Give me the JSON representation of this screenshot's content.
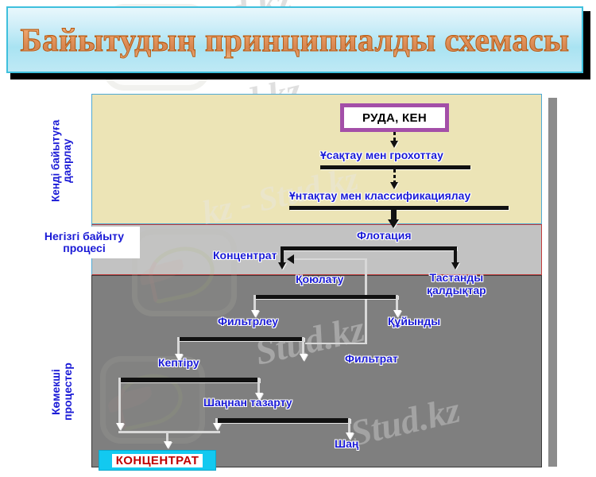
{
  "slide": {
    "title": "Байытудың принципиалды схемасы",
    "title_color": "#d2691e",
    "title_bg": "#a9e3f2",
    "title_border": "#3fc0dd"
  },
  "watermark": {
    "text_a": "Stud.kz",
    "text_b": "kz - Stud.kz",
    "text_c": "Stud.kz",
    "text_d": "Stud.kz",
    "text_e": "Stud.kz"
  },
  "diagram": {
    "bands": [
      {
        "id": "prep",
        "label": "Кенді байытуға\nдаярлау",
        "bg": "#ece4b6",
        "border": "#4ea9d6"
      },
      {
        "id": "main",
        "label": "Негізгі байыту\nпроцесі",
        "bg": "#c2c2c2",
        "border": "#c03a3a"
      },
      {
        "id": "aux",
        "label": "Көмекші\nпроцестер",
        "bg": "#7f7f7f",
        "border": "#3a3a3a"
      }
    ],
    "nodes": {
      "ore": "РУДА, КЕН",
      "crushing": "Ұсақтау мен грохоттау",
      "grinding": "Ұнтақтау мен классификациялау",
      "flotation": "Флотация",
      "concentrate": "Концентрат",
      "tailings": "Тастанды\nқалдықтар",
      "thickening": "Қоюлату",
      "filtration": "Фильтрлеу",
      "overflow": "Құйынды",
      "filtrate": "Фильтрат",
      "drying": "Кептіру",
      "dedusting": "Шаңнан тазарту",
      "dust": "Шаң",
      "final_concentrate": "КОНЦЕНТРАТ"
    },
    "node_color": "#1a1ad6",
    "final_box_bg": "#12c9f0",
    "final_text_color": "#c00000",
    "ore_border": "#a34fa8"
  }
}
